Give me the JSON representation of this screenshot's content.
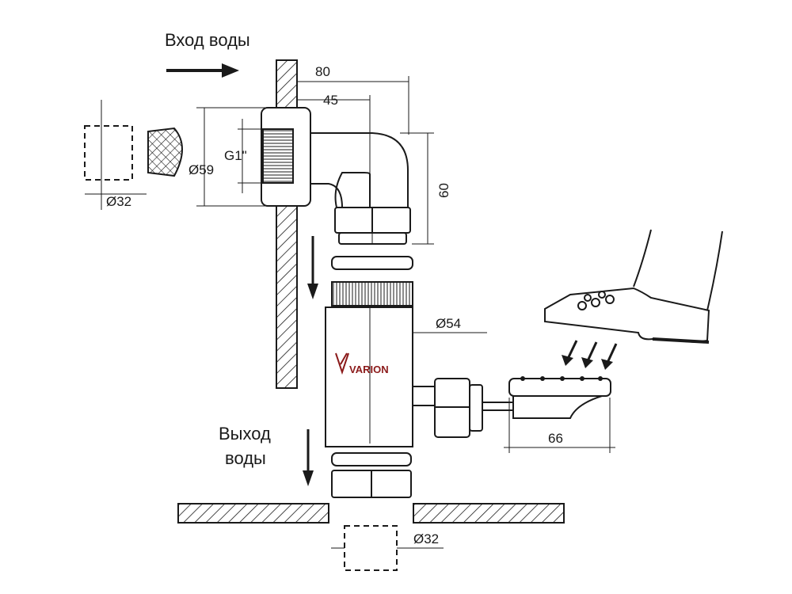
{
  "labels": {
    "water_in": "Вход воды",
    "water_out_1": "Выход",
    "water_out_2": "воды",
    "brand": "VARION"
  },
  "dimensions": {
    "d80": "80",
    "d45": "45",
    "d60": "60",
    "d59": "Ø59",
    "d54": "Ø54",
    "d66": "66",
    "d32_left": "Ø32",
    "d32_bottom": "Ø32",
    "thread": "G1\""
  },
  "colors": {
    "line": "#1a1a1a",
    "brand_text": "#8b1a1a",
    "background": "#ffffff"
  }
}
